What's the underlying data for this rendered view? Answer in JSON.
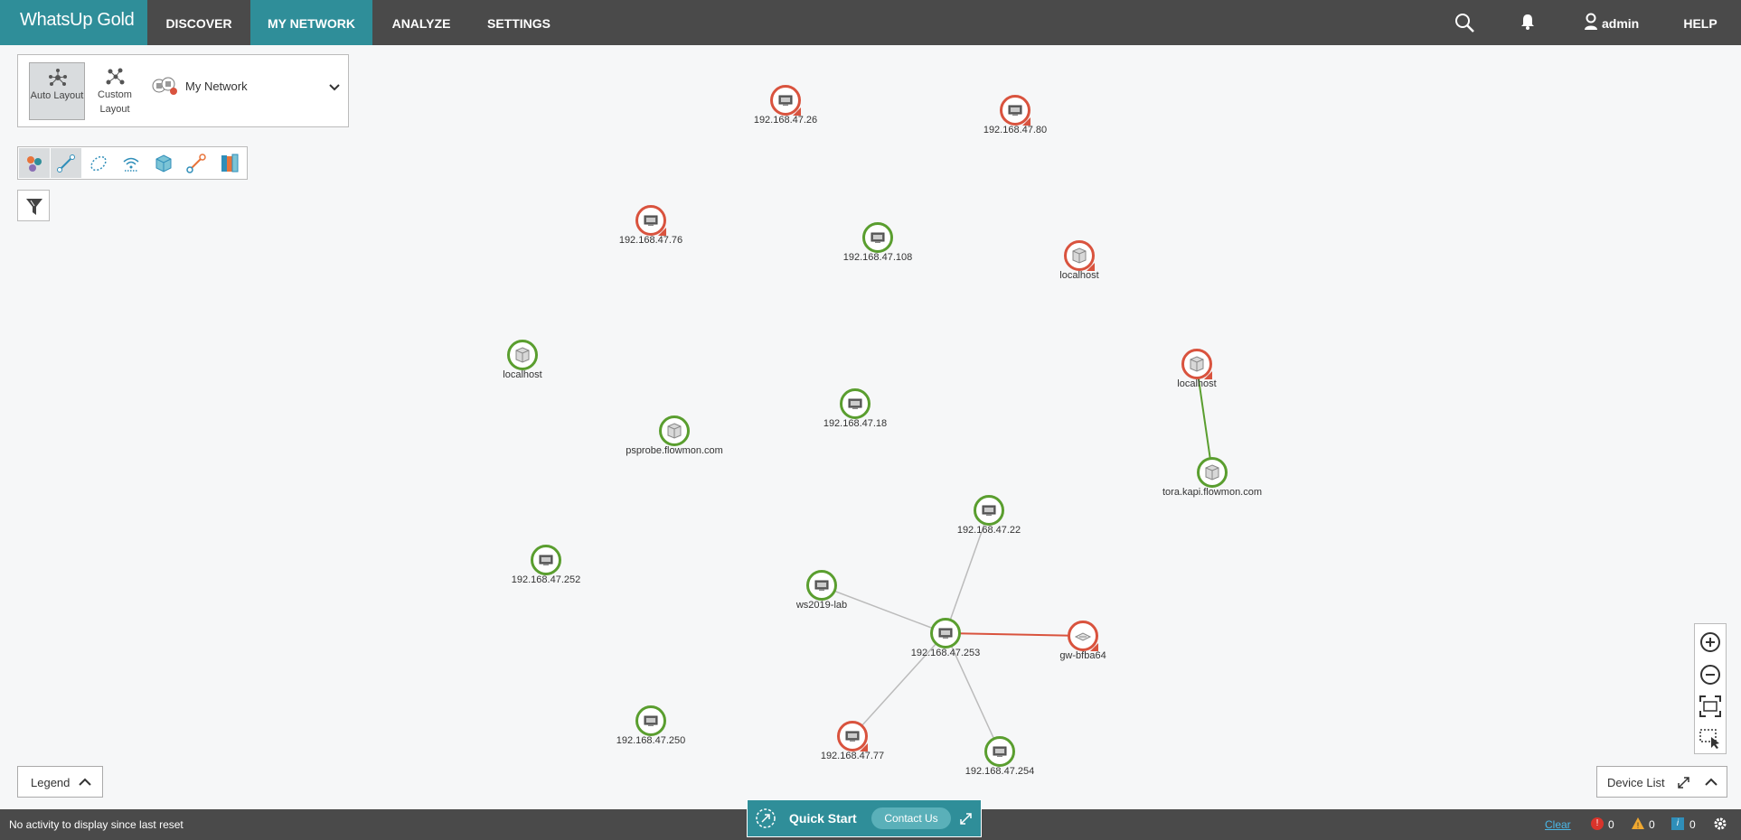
{
  "app": {
    "brand": "WhatsUp Gold"
  },
  "nav": {
    "discover": "DISCOVER",
    "my_network": "MY NETWORK",
    "analyze": "ANALYZE",
    "settings": "SETTINGS",
    "user": "admin",
    "help": "HELP"
  },
  "layout_panel": {
    "auto_layout": "Auto Layout",
    "custom_layout": "Custom Layout",
    "network_name": "My Network"
  },
  "nodes": [
    {
      "label": "192.168.47.26",
      "status": "down"
    },
    {
      "label": "192.168.47.80",
      "status": "down"
    },
    {
      "label": "192.168.47.76",
      "status": "down"
    },
    {
      "label": "192.168.47.108",
      "status": "up"
    },
    {
      "label": "localhost",
      "status": "down"
    },
    {
      "label": "localhost",
      "status": "up"
    },
    {
      "label": "localhost",
      "status": "down"
    },
    {
      "label": "192.168.47.18",
      "status": "up"
    },
    {
      "label": "psprobe.flowmon.com",
      "status": "up"
    },
    {
      "label": "tora.kapi.flowmon.com",
      "status": "up"
    },
    {
      "label": "192.168.47.22",
      "status": "up"
    },
    {
      "label": "192.168.47.252",
      "status": "up"
    },
    {
      "label": "ws2019-lab",
      "status": "up"
    },
    {
      "label": "192.168.47.253",
      "status": "up"
    },
    {
      "label": "gw-bfba64",
      "status": "down"
    },
    {
      "label": "192.168.47.250",
      "status": "up"
    },
    {
      "label": "192.168.47.77",
      "status": "down"
    },
    {
      "label": "192.168.47.254",
      "status": "up"
    }
  ],
  "legend": {
    "label": "Legend"
  },
  "device_list": {
    "label": "Device List"
  },
  "status": {
    "activity": "No activity to display since last reset",
    "clear": "Clear",
    "errors": "0",
    "warnings": "0",
    "info": "0"
  },
  "quickstart": {
    "label": "Quick Start",
    "contact": "Contact Us"
  }
}
